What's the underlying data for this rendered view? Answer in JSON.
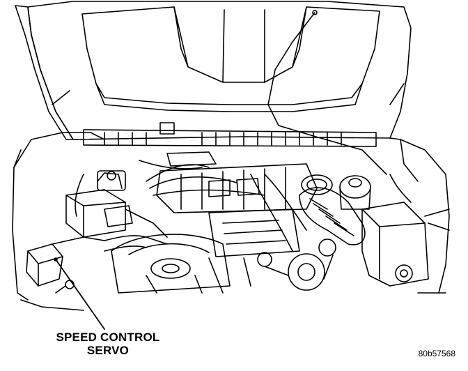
{
  "callout": {
    "line1": "SPEED CONTROL",
    "line2": "SERVO"
  },
  "figure_id": "80b57568",
  "colors": {
    "ink": "#000000",
    "paper": "#ffffff"
  }
}
